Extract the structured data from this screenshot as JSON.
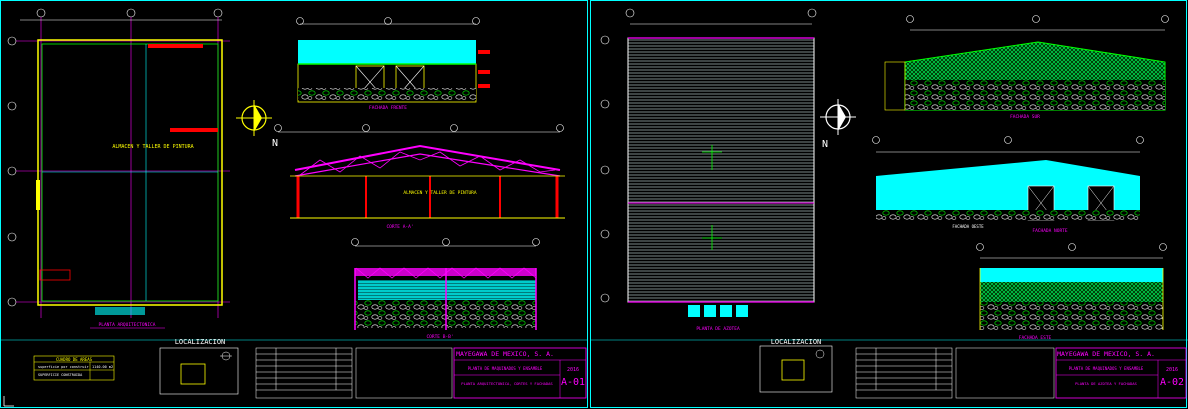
{
  "sheet1": {
    "plan_label": "ALMACEN Y TALLER DE PINTURA",
    "plan_title": "PLANTA ARQUITECTONICA",
    "north_label": "N",
    "facade_front_title": "FACHADA FRENTE",
    "section_label": "ALMACEN Y TALLER DE PINTURA",
    "section_title": "CORTE A-A'",
    "section_b_title": "CORTE B-B'",
    "localizacion": "LOCALIZACION",
    "area_table_title": "CUADRO DE AREAS",
    "area_row1": "superficie por construir",
    "area_row1_value": "1140.00 m2",
    "area_row2": "SUPERFICIE CONSTRUIDA",
    "company": "MAYEGAWA DE MEXICO, S. A.",
    "project": "PLANTA DE MAQUINADOS Y ENSAMBLE",
    "sheet_desc": "PLANTA ARQUITECTONICA, CORTES Y FACHADAS",
    "sheet_no": "A-01",
    "year": "2016"
  },
  "sheet2": {
    "roof_title": "PLANTA DE AZOTEA",
    "north_label": "N",
    "facade_south_title": "FACHADA SUR",
    "facade_north_title": "FACHADA NORTE",
    "facade_east_title": "FACHADA ESTE",
    "facade_west_title": "FACHADA OESTE",
    "localizacion": "LOCALIZACION",
    "company": "MAYEGAWA DE MEXICO, S. A.",
    "project": "PLANTA DE MAQUINADOS Y ENSAMBLE",
    "sheet_desc": "PLANTA DE AZOTEA Y FACHADAS",
    "sheet_no": "A-02",
    "year": "2016"
  },
  "colors": {
    "background": "#000000",
    "border": "#00ffff",
    "primary_line": "#ffff00",
    "accent": "#ff00ff",
    "red": "#ff0000",
    "green": "#00ff00",
    "white": "#ffffff"
  }
}
